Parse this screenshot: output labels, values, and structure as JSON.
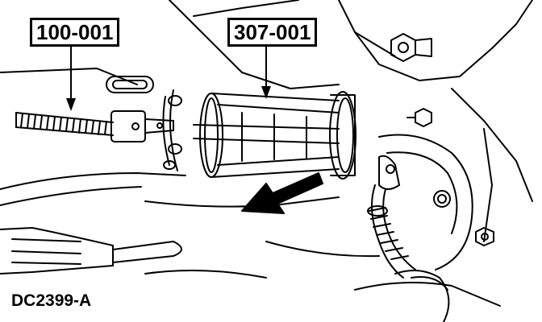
{
  "callouts": [
    {
      "label": "100-001"
    },
    {
      "label": "307-001"
    }
  ],
  "figure_id": "DC2399-A"
}
